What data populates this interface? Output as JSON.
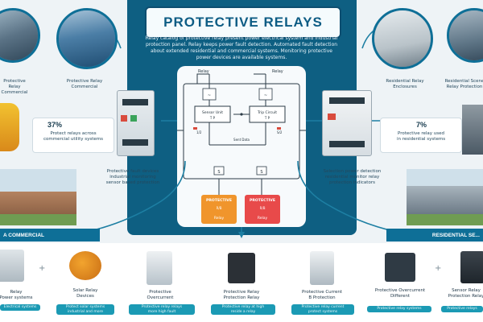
{
  "title": "PROTECTIVE RELAYS",
  "intro": "Relay catalog of protective relay present power electrical system and industrial protection panel. Relay keeps power fault detection. Automated fault detection about extended residential and commercial systems. Monitoring protective power devices are available systems.",
  "diagram": {
    "label_left": "Relay",
    "label_right": "Relay",
    "block_left": "Sensor Unit",
    "block_left_sub": "T  P",
    "block_right": "Trip Circuit",
    "block_right_sub": "T  P",
    "mid_label": "Sent Data",
    "small_left": "1/2",
    "small_right": "S/2",
    "bottom_left": "S",
    "bottom_right": "S",
    "output_orange": "PROTECTIVE",
    "output_orange_sub": "Relay",
    "output_red": "PROTECTIVE",
    "output_red_sub": "Relay",
    "output_orange_mid": "R/B",
    "output_red_mid": "R/B"
  },
  "left": {
    "top_caption": "Protective Relay\nCommercial",
    "mid_caption": "Protective Relay\nCommercial",
    "pct": "37%",
    "pct_text": "Protect relays across\ncommercial utility systems",
    "relay_text": "Protective fault devices\nindustrial monitoring\nsensor based protection",
    "banner": "A COMMERCIAL"
  },
  "right": {
    "top_caption": "Residential Relay\nEnclosures",
    "top2_caption": "Residential Scene\nRelay Protection",
    "pct": "7%",
    "pct_text": "Protective relay used\nin residential systems",
    "relay_text": "Selection power detection\nresidential monitor relay\nprotection indicators",
    "banner": "RESIDENTIAL SE..."
  },
  "products": [
    {
      "name": "Relay\nPower systems",
      "desc": "Electrical systems"
    },
    {
      "name": "Solar Relay\nDevices",
      "desc": "Protect solar systems\nindustrial and more"
    },
    {
      "name": "Protective\nOvercurrent",
      "desc": "Protective relay relays\nmore high fault"
    },
    {
      "name": "Protective Relay\nProtection Relay",
      "desc": "Protective relay at high\nreside a relay"
    },
    {
      "name": "Protective Current\nB Protection",
      "desc": "Protective relay current\nprotect systems"
    },
    {
      "name": "Protective Overcurrent\nDifferent",
      "desc": "Protective relay systems"
    },
    {
      "name": "Sensor Relay\nProtection Relay",
      "desc": "Protective relays"
    }
  ],
  "colors": {
    "panel": "#0e5f82",
    "accent": "#1b9ab4",
    "orange": "#f0952c",
    "red": "#e84a4a"
  }
}
